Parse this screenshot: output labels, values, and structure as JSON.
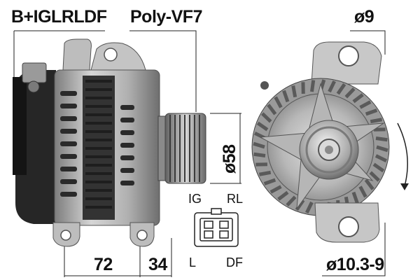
{
  "title": "",
  "labels": {
    "terminal": "B+IGLRLDF",
    "pulley": "Poly-VF7",
    "mount_top": "ø9",
    "pulley_diameter": "ø58",
    "dim_left": "72",
    "dim_right": "34",
    "mount_bottom": "ø10.3-9"
  },
  "connector": {
    "pins": {
      "top_left": "IG",
      "top_right": "RL",
      "bottom_left": "L",
      "bottom_right": "DF"
    }
  },
  "icons": {
    "rotation": "clockwise-rotation-arrow-icon",
    "connector": "connector-plug-icon"
  },
  "colors": {
    "metal_light": "#c9c9c9",
    "metal_mid": "#a9a9a9",
    "metal_dark": "#3a3a3a",
    "line": "#222222"
  }
}
